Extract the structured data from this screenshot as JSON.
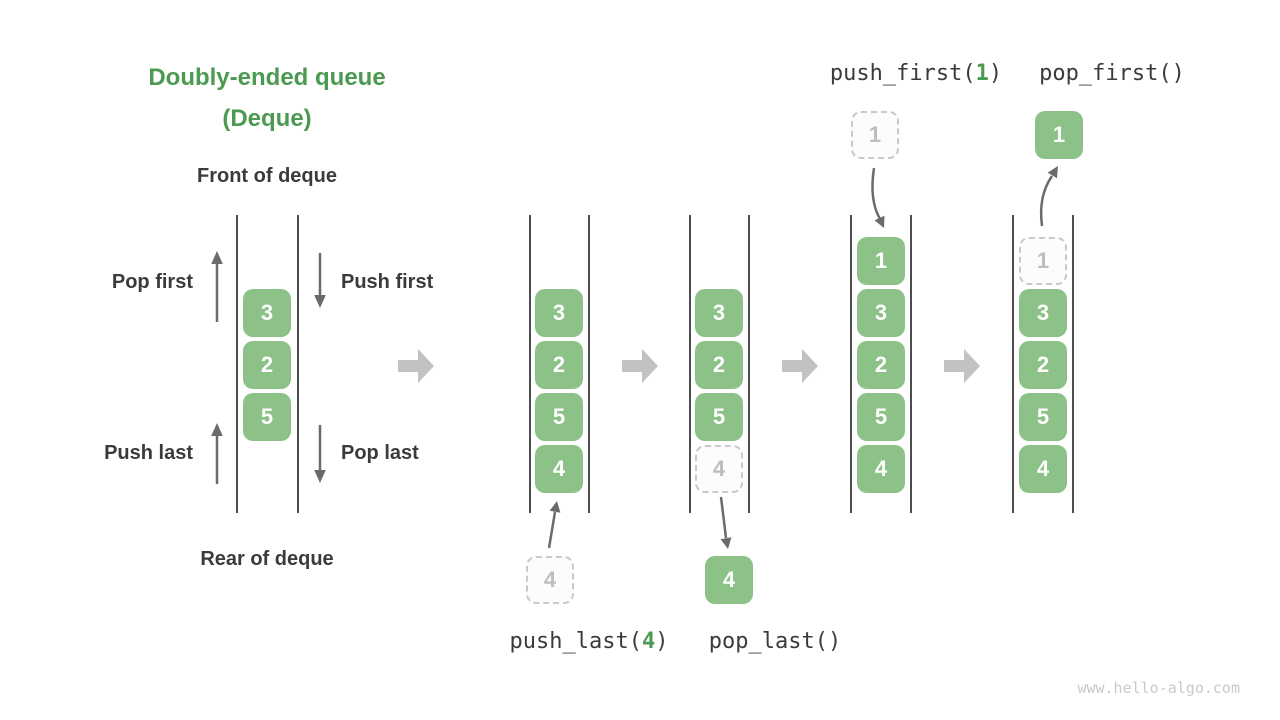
{
  "title": {
    "line1": "Doubly-ended queue",
    "line2": "(Deque)"
  },
  "left_panel": {
    "front_label": "Front of deque",
    "rear_label": "Rear of deque",
    "pop_first": "Pop first",
    "push_first": "Push first",
    "push_last": "Push last",
    "pop_last": "Pop last"
  },
  "operations": {
    "push_last": {
      "name": "push_last(",
      "arg": "4",
      "close": ")"
    },
    "pop_last": {
      "name": "pop_last()"
    },
    "push_first": {
      "name": "push_first(",
      "arg": "1",
      "close": ")"
    },
    "pop_first": {
      "name": "pop_first()"
    }
  },
  "queues": [
    {
      "cells": [
        {
          "value": "3",
          "type": "solid"
        },
        {
          "value": "2",
          "type": "solid"
        },
        {
          "value": "5",
          "type": "solid"
        }
      ]
    },
    {
      "cells": [
        {
          "value": "3",
          "type": "solid"
        },
        {
          "value": "2",
          "type": "solid"
        },
        {
          "value": "5",
          "type": "solid"
        },
        {
          "value": "4",
          "type": "solid"
        }
      ]
    },
    {
      "cells": [
        {
          "value": "3",
          "type": "solid"
        },
        {
          "value": "2",
          "type": "solid"
        },
        {
          "value": "5",
          "type": "solid"
        },
        {
          "value": "4",
          "type": "ghost"
        }
      ]
    },
    {
      "cells": [
        {
          "value": "1",
          "type": "solid"
        },
        {
          "value": "3",
          "type": "solid"
        },
        {
          "value": "2",
          "type": "solid"
        },
        {
          "value": "5",
          "type": "solid"
        },
        {
          "value": "4",
          "type": "solid"
        }
      ]
    },
    {
      "cells": [
        {
          "value": "1",
          "type": "ghost"
        },
        {
          "value": "3",
          "type": "solid"
        },
        {
          "value": "2",
          "type": "solid"
        },
        {
          "value": "5",
          "type": "solid"
        },
        {
          "value": "4",
          "type": "solid"
        }
      ]
    }
  ],
  "floating": {
    "push_last_in": {
      "value": "4",
      "type": "ghost"
    },
    "pop_last_out": {
      "value": "4",
      "type": "solid"
    },
    "push_first_in": {
      "value": "1",
      "type": "ghost"
    },
    "pop_first_out": {
      "value": "1",
      "type": "solid"
    }
  },
  "colors": {
    "cell_green": "#8CC287",
    "accent_green": "#4C9A52",
    "dark_text": "#3B3B3B",
    "ghost_border": "#C9C9C9",
    "block_arrow": "#C2C2C2",
    "thin_arrow": "#6B6B6B"
  },
  "watermark": "www.hello-algo.com"
}
